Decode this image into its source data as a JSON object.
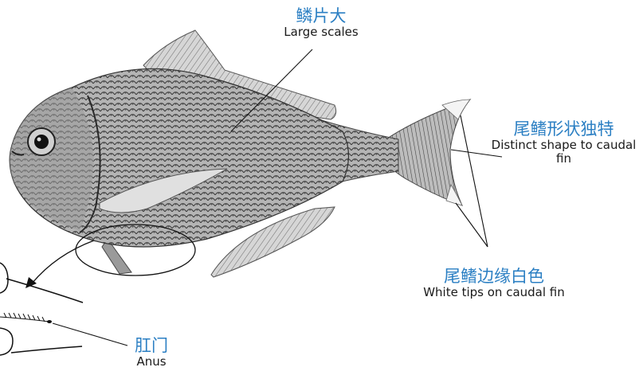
{
  "colors": {
    "accent": "#2b7fc3",
    "ink": "#1a1a1a",
    "fish_body": "#8e8e8e"
  },
  "labels": {
    "large_scales": {
      "zh": "鳞片大",
      "en": "Large scales"
    },
    "caudal_shape": {
      "zh": "尾鳍形状独特",
      "en": "Distinct shape to caudal fin"
    },
    "white_tips": {
      "zh": "尾鳍边缘白色",
      "en": "White tips on caudal fin"
    },
    "anus": {
      "zh": "肛门",
      "en": "Anus"
    }
  }
}
